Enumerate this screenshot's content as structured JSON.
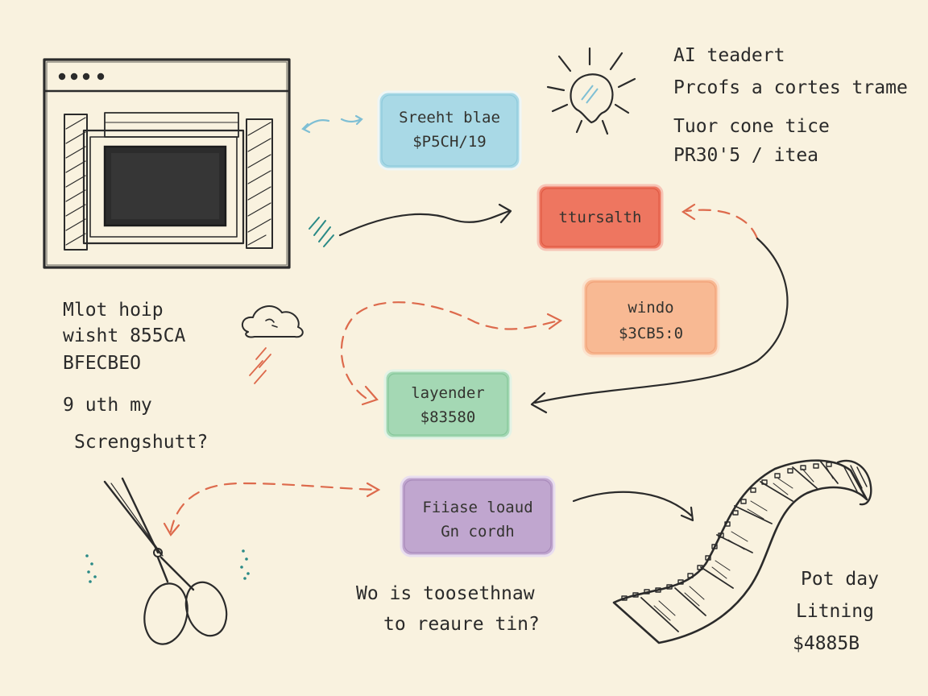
{
  "notes": {
    "top_right": [
      "AI teadert",
      "Prcofs a cortes trame",
      "Tuor cone tice",
      "PR30'5 / itea"
    ],
    "left_mid": [
      "Mlot hoip",
      "wisht 855CA",
      "BFECBEO",
      "9 uth my",
      "Screngshutt?"
    ],
    "bottom_center": [
      "Wo is toosethnaw",
      "to reaure tin?"
    ],
    "bottom_right": [
      "Pot day",
      "Litning",
      "$4885B"
    ]
  },
  "boxes": [
    {
      "id": "blue",
      "lines": [
        "Sreeht blae",
        "$P5CH/19"
      ],
      "fill": "#a9d9e6",
      "stroke": "#eef6f6"
    },
    {
      "id": "red",
      "lines": [
        "ttursalth"
      ],
      "fill": "#ee7660",
      "stroke": "#f7c4b6"
    },
    {
      "id": "orange",
      "lines": [
        "windo",
        "$3CB5:0"
      ],
      "fill": "#f8b993",
      "stroke": "#fbe2cd"
    },
    {
      "id": "lavender",
      "lines": [
        "layender",
        "$83580"
      ],
      "fill": "#a4d8b4",
      "stroke": "#e3f3e6"
    },
    {
      "id": "purple",
      "lines": [
        "Fiiase loaud",
        "Gn cordh"
      ],
      "fill": "#c0a6cf",
      "stroke": "#e9deef"
    }
  ],
  "icons": {
    "browser": "browser-window-icon",
    "sun": "lightbulb-sun-icon",
    "cloud": "cloud-icon",
    "scissors": "scissors-icon",
    "film": "film-strip-icon"
  }
}
